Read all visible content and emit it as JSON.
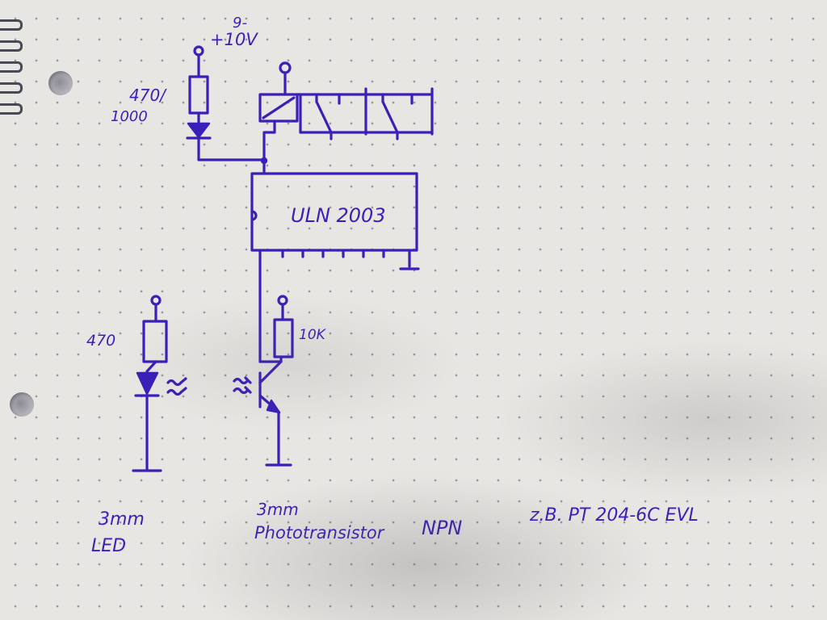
{
  "labels": {
    "supply_voltage_top": "9-",
    "supply_voltage_bottom": "+10V",
    "led1_resistor_top": "470/",
    "led1_resistor_bottom": "1000",
    "ic_name": "ULN 2003",
    "led2_resistor": "470",
    "phototransistor_resistor": "10K",
    "led_size": "3mm",
    "led_name": "LED",
    "phototransistor_size": "3mm",
    "phototransistor_name": "Phototransistor",
    "transistor_type": "NPN",
    "example_part": "z.B. PT 204-6C EVL"
  },
  "colors": {
    "ink": "#3a1fb8",
    "paper": "#e8e6e2"
  }
}
